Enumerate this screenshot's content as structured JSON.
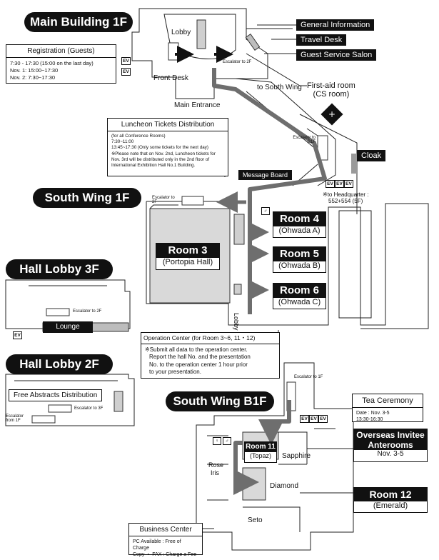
{
  "sections": {
    "main_building": "Main Building 1F",
    "south_wing_1f": "South Wing 1F",
    "hall_lobby_3f": "Hall Lobby 3F",
    "hall_lobby_2f": "Hall Lobby 2F",
    "south_wing_b1f": "South Wing B1F"
  },
  "places": {
    "general_information": "General Information",
    "travel_desk": "Travel Desk",
    "guest_service_salon": "Guest Service Salon",
    "lobby": "Lobby",
    "front_desk": "Front Desk",
    "main_entrance": "Main Entrance",
    "to_south_wing": "to South Wing",
    "first_aid_line1": "First-aid room",
    "first_aid_line2": "(CS room)",
    "cloak": "Cloak",
    "message_board": "Message Board",
    "lounge": "Lounge",
    "lobby_vertical": "Lobby",
    "headquarter_line1": "※to Headquarter :",
    "headquarter_line2": "552+554 (5F)",
    "rose": "Rose",
    "iris": "Iris",
    "sapphire": "Sapphire",
    "diamond": "Diamond",
    "seto": "Seto",
    "esc_main_2f": "Escalator to 2F",
    "esc_main_b1f": "Escalator to B1F",
    "esc_sw_2f": "Escalator to 2F",
    "esc_3f_2f": "Escalator to 2F",
    "esc_2f_3f": "Escalator to 3F",
    "esc_2f_from_1f": "Escalator from 1F",
    "esc_b1f_1f": "Escalator to 1F",
    "ev": "EV"
  },
  "registration": {
    "title": "Registration (Guests)",
    "lines": [
      "7:30 - 17:30 (15:00 on the last day)",
      "Nov. 1: 15:00~17:30",
      "Nov. 2: 7:30~17:30"
    ]
  },
  "luncheon": {
    "title": "Luncheon Tickets Distribution",
    "lines": [
      "(for all Conference Rooms)",
      "7:30~11:00",
      "13:45~17:30 (Only some tickets for the next day)",
      "※Please note that on Nov. 2nd, Luncheon tickets for",
      "Nov. 3rd will be distributed only in the 2nd floor of",
      "International Exhibition Hall No.1 Building."
    ]
  },
  "operation": {
    "title": "Operation Center (for Room 3~6, 11・12)",
    "lines": [
      "※Submit all data to the operation center.",
      "Report the hall No. and the presentation",
      "No. to the operation center 1 hour prior",
      "to your presentation."
    ]
  },
  "free_abstracts": "Free Abstracts Distribution",
  "tea": {
    "title": "Tea Ceremony",
    "lines": [
      "Date : Nov. 3-5",
      "13:30-16:30"
    ]
  },
  "overseas": {
    "title_line1": "Overseas Invitee",
    "title_line2": "Anterooms",
    "date": "Nov. 3-5"
  },
  "business": {
    "title": "Business Center",
    "lines": [
      "PC Available : Free of Charge",
      "Copy ・ FAX : Charge a Fee"
    ]
  },
  "rooms": {
    "room3": {
      "name": "Room 3",
      "sub": "(Portopia Hall)"
    },
    "room4": {
      "name": "Room 4",
      "sub": "(Ohwada A)"
    },
    "room5": {
      "name": "Room 5",
      "sub": "(Ohwada B)"
    },
    "room6": {
      "name": "Room 6",
      "sub": "(Ohwada C)"
    },
    "room11": {
      "name": "Room 11",
      "sub": "(Topaz)"
    },
    "room12": {
      "name": "Room 12",
      "sub": "(Emerald)"
    }
  },
  "colors": {
    "route": "#6e6e6e",
    "room_fill": "#d9d9d9",
    "ink": "#111111"
  }
}
